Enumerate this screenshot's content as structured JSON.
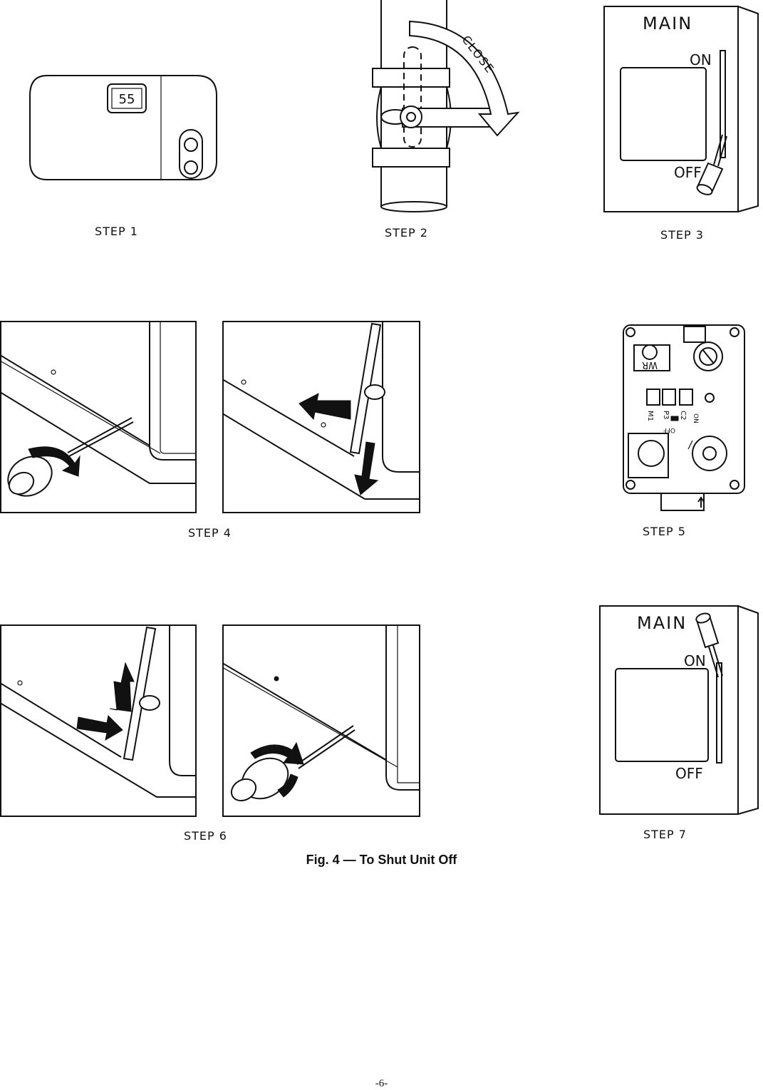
{
  "steps": {
    "step1": {
      "label": "STEP 1",
      "display_value": "55"
    },
    "step2": {
      "label": "STEP 2",
      "arrow_text": "CLOSE"
    },
    "step3": {
      "label": "STEP 3",
      "switch_title": "MAIN",
      "on": "ON",
      "off": "OFF"
    },
    "step4": {
      "label": "STEP 4"
    },
    "step5": {
      "label": "STEP 5",
      "board_marks": [
        "WR",
        "M1",
        "P3",
        "C2",
        "ON",
        "OFF"
      ]
    },
    "step6": {
      "label": "STEP 6"
    },
    "step7": {
      "label": "STEP 7",
      "switch_title": "MAIN",
      "on": "ON",
      "off": "OFF"
    }
  },
  "caption": "Fig. 4 — To Shut Unit Off",
  "page_number": "-6-"
}
